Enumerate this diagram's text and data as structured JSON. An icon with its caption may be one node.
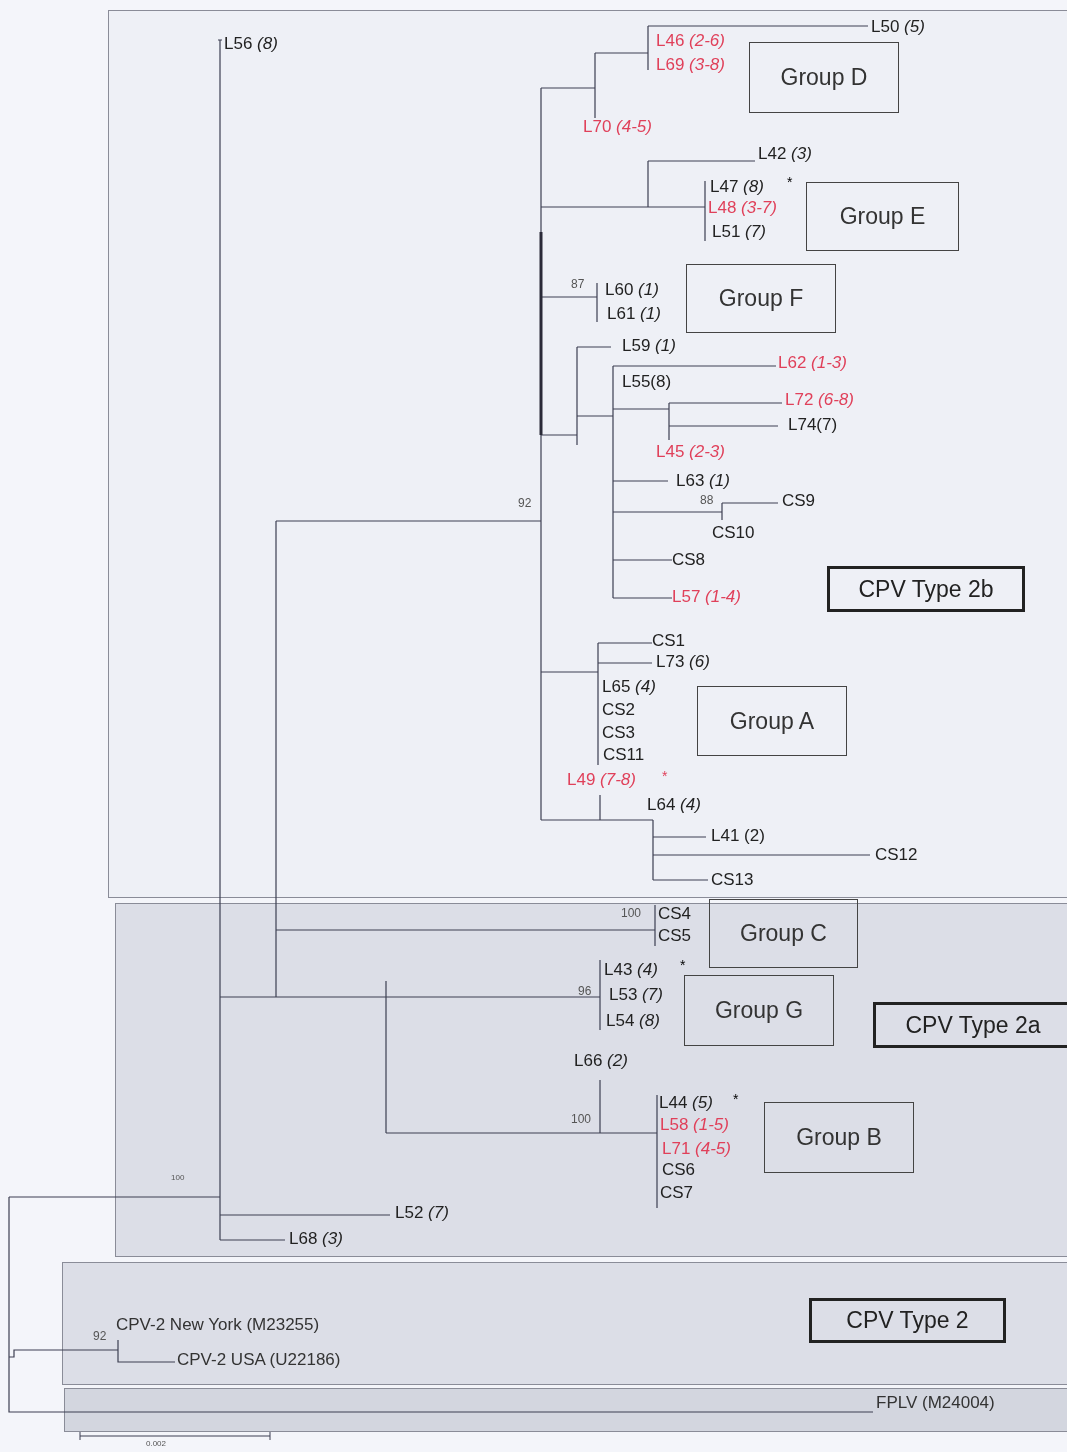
{
  "diagram": {
    "nodes": [
      {
        "text": [],
        "shape": "box"
      },
      {
        "text": [
          "Group D"
        ],
        "in": 0
      },
      {
        "text": [
          "Group E"
        ],
        "in": 0
      },
      {
        "text": [
          "Group F"
        ],
        "in": 0
      },
      {
        "text": [
          "CPV Type 2b"
        ],
        "in": 0
      },
      {
        "text": [
          "Group A"
        ],
        "in": 0
      },
      {
        "text": [],
        "shape": "box"
      },
      {
        "text": [
          "Group C"
        ],
        "in": 6
      },
      {
        "text": [
          "Group G"
        ],
        "in": 6
      },
      {
        "text": [
          "CPV Type 2a"
        ],
        "in": 6
      },
      {
        "text": [
          "Group B"
        ],
        "in": 6
      },
      {
        "text": [],
        "shape": "box"
      },
      {
        "text": [
          "CPV Type 2"
        ],
        "in": 11
      },
      {
        "text": [],
        "shape": "box"
      }
    ],
    "labels": [
      "L56 *(8)*",
      "L50 *(5)*",
      "L46 *(2-6)*",
      "L69 *(3-8)*",
      "L70 *(4-5)*",
      "L42 *(3)*",
      "L47 *(8)*",
      "*",
      "L48 *(3-7)*",
      "L51 *(7)*",
      "87",
      "L60 *(1)*",
      "L61 *(1)*",
      "L59 *(1)*",
      "L62 *(1-3)*",
      "L55(8)",
      "L72 *(6-8)*",
      "L74(7)",
      "L45 *(2-3)*",
      "L63 *(1)*",
      "92",
      "88",
      "CS9",
      "CS10",
      "CS8",
      "L57 *(1-4)*",
      "CS1",
      "L73 *(6)*",
      "L65 *(4)*",
      "CS2",
      "CS3",
      "CS11",
      "L49 *(7-8)*",
      "*",
      "L64 *(4)*",
      "L41 (2)",
      "CS12",
      "CS13",
      "100",
      "CS4",
      "CS5",
      "L43 *(4)*",
      "*",
      "96",
      "L53 *(7)*",
      "L54 *(8)*",
      "L66 *(2)*",
      "L44 *(5)*",
      "*",
      "100",
      "L58 *(1-5)*",
      "L71 *(4-5)*",
      "CS6",
      "CS7",
      "100",
      "L52 *(7)*",
      "L68 *(3)*",
      "92",
      "CPV-2 New York (M23255)",
      "CPV-2 USA (U22186)",
      "FPLV (M24004)",
      "0.002"
    ]
  }
}
